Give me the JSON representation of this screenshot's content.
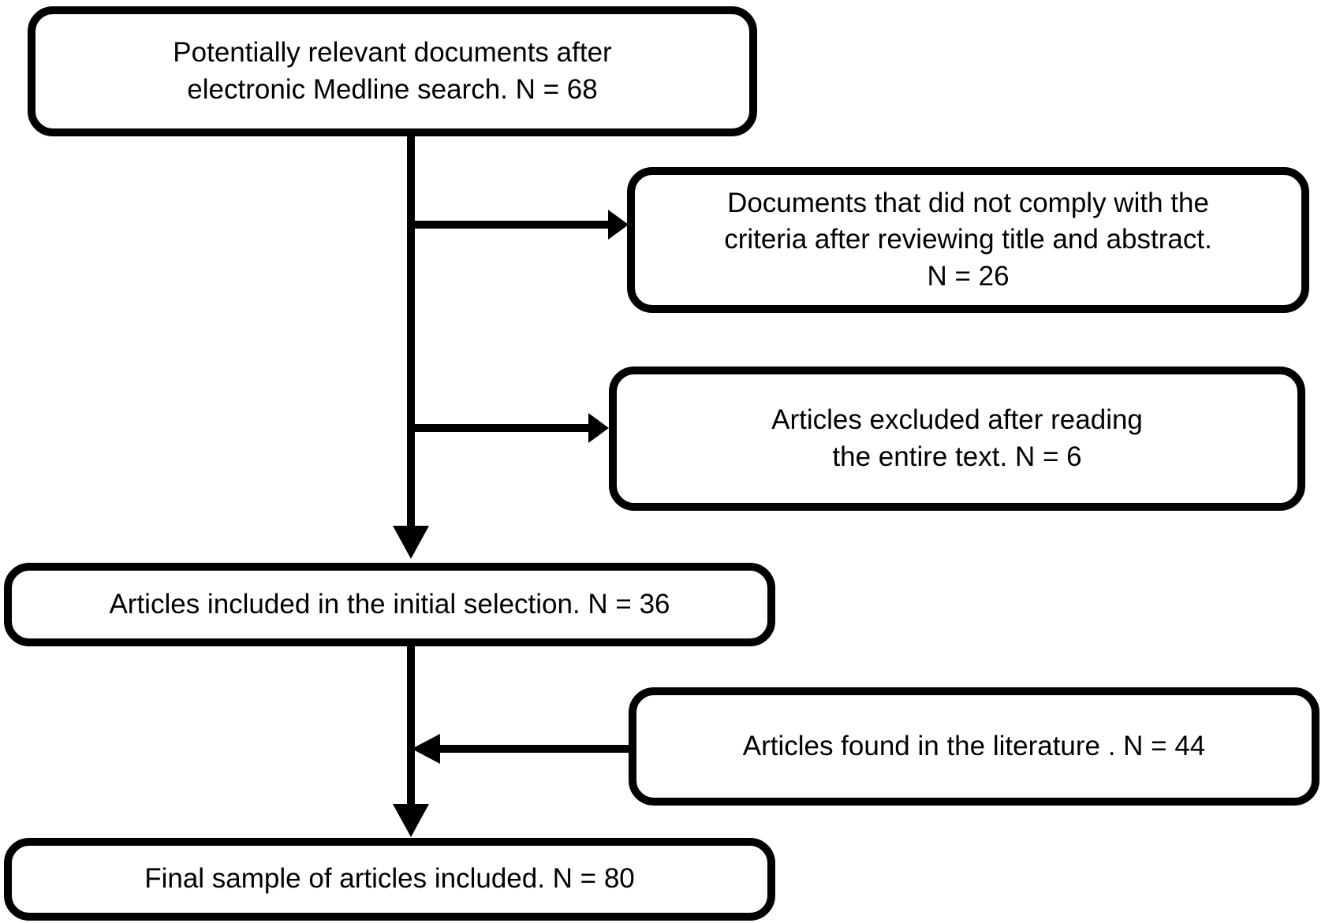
{
  "colors": {
    "line": "#000000",
    "box_border": "#000000",
    "box_fill": "#ffffff",
    "background": "#ffffff",
    "text": "#000000"
  },
  "boxes": [
    {
      "id": "potentially-relevant",
      "lines": [
        "Potentially relevant documents after",
        "electronic Medline search. N = 68"
      ],
      "n": 68
    },
    {
      "id": "not-comply-criteria",
      "lines": [
        "Documents that did not comply with the",
        "criteria after reviewing title and abstract.",
        "N = 26"
      ],
      "n": 26
    },
    {
      "id": "excluded-after-reading",
      "lines": [
        "Articles excluded after reading",
        "the entire text. N = 6"
      ],
      "n": 6
    },
    {
      "id": "initial-selection",
      "lines": [
        "Articles included in the initial selection. N = 36"
      ],
      "n": 36
    },
    {
      "id": "found-in-literature",
      "lines": [
        "Articles found in the literature . N = 44"
      ],
      "n": 44
    },
    {
      "id": "final-sample",
      "lines": [
        "Final sample of articles included. N = 80"
      ],
      "n": 80
    }
  ],
  "edges": [
    {
      "from": "potentially-relevant",
      "to": "not-comply-criteria",
      "style": "right-branch-arrow"
    },
    {
      "from": "potentially-relevant",
      "to": "excluded-after-reading",
      "style": "right-branch-arrow"
    },
    {
      "from": "potentially-relevant",
      "to": "initial-selection",
      "style": "down-arrow"
    },
    {
      "from": "found-in-literature",
      "to": "final-sample",
      "style": "left-merge-arrow"
    },
    {
      "from": "initial-selection",
      "to": "final-sample",
      "style": "down-arrow"
    }
  ]
}
